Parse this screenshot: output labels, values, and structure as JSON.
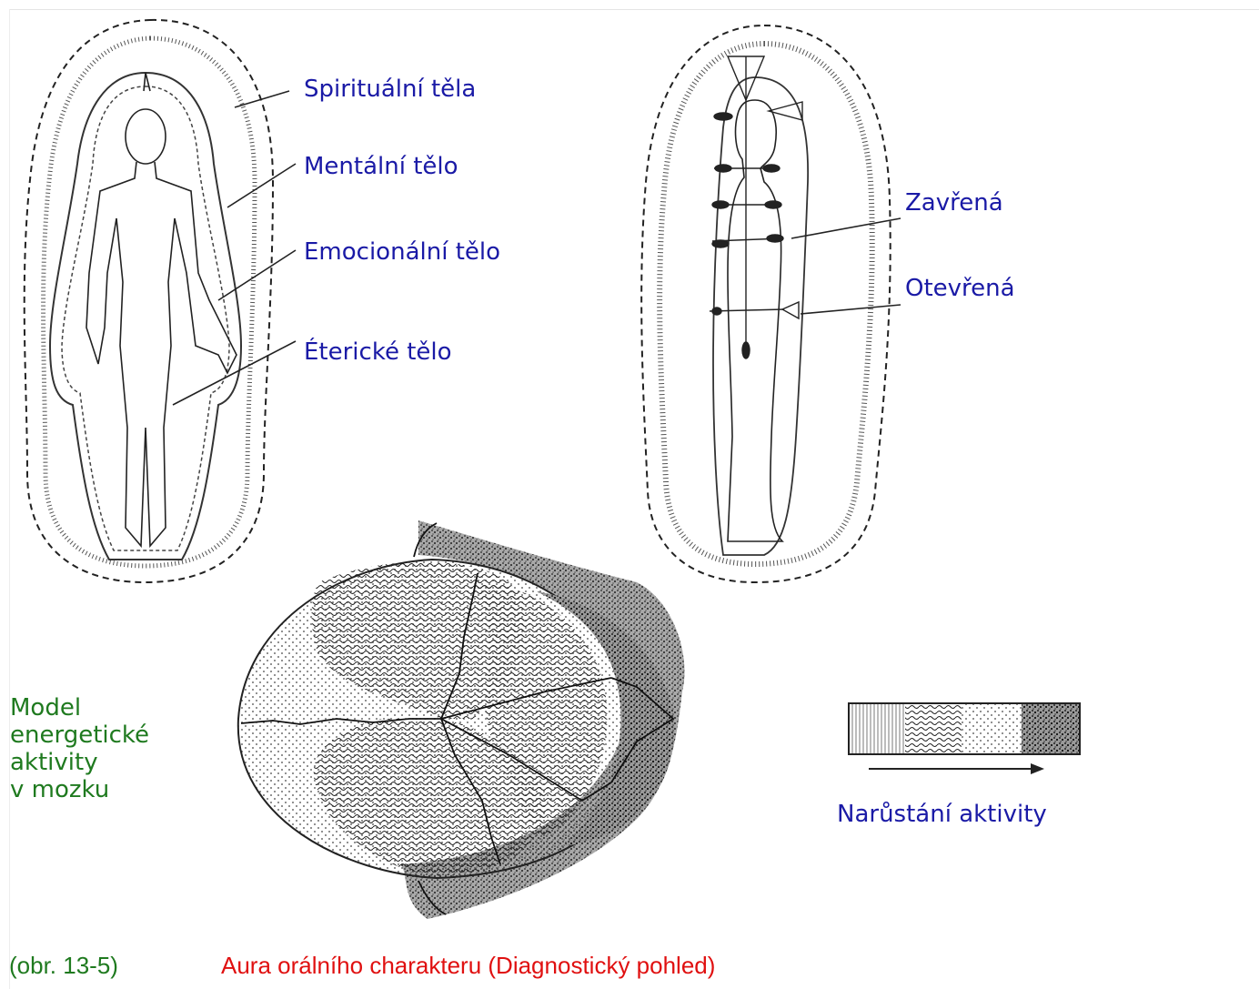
{
  "aura_layers": {
    "spiritual": "Spirituální těla",
    "mental": "Mentální tělo",
    "emotional": "Emocionální tělo",
    "etheric": "Éterické tělo"
  },
  "chakras": {
    "closed": "Zavřená",
    "open": "Otevřená"
  },
  "brain_model": {
    "lines": [
      "Model",
      "energetické",
      "aktivity",
      "v mozku"
    ]
  },
  "legend": {
    "label": "Narůstání aktivity"
  },
  "caption": {
    "figure_ref": "(obr. 13-5)",
    "title": "Aura orálního charakteru (Diagnostický pohled)"
  },
  "colors": {
    "label_blue": "#1a1aa6",
    "label_green": "#1f7a1f",
    "caption_red": "#e01010"
  }
}
